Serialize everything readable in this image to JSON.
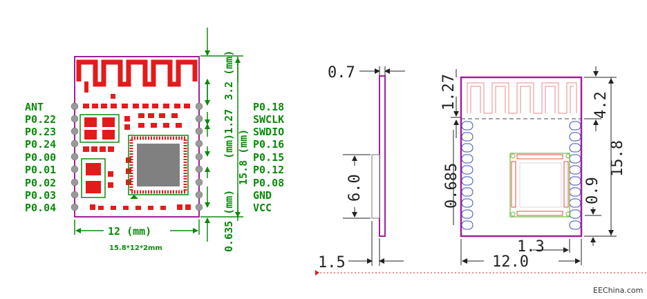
{
  "colors": {
    "green": "#0a8a0a",
    "red": "#e31b1b",
    "purple": "#a0209a",
    "chip_gray": "#808080",
    "pad_blue": "#3a4fb8",
    "silk_green": "#6dbb3d"
  },
  "left_figure": {
    "pins_left": [
      "ANT",
      "P0.22",
      "P0.23",
      "P0.24",
      "P0.00",
      "P0.01",
      "P0.02",
      "P0.03",
      "P0.04"
    ],
    "pins_right": [
      "P0.18",
      "SWCLK",
      "SWDIO",
      "P0.16",
      "P0.15",
      "P0.12",
      "P0.08",
      "GND",
      "VCC"
    ],
    "dim_width": "12 (mm)",
    "dim_height": "15.8 (mm)",
    "dim_top": "3.2 (mm)",
    "dim_pitch": "(mm)1.27",
    "dim_bottom": "0.635 (mm)",
    "caption": "15.8*12*2mm"
  },
  "side_view": {
    "dim_thickness": "0.7",
    "dim_height": "6.0",
    "dim_offset": "1.5"
  },
  "footprint": {
    "dim_pitch": "1.27",
    "dim_antenna": "4.2",
    "dim_height": "15.8",
    "dim_first_pin": "0.685",
    "dim_pad": "0.9",
    "dim_edge": "1.3",
    "dim_width": "12.0"
  },
  "watermark": "EEChina.com"
}
